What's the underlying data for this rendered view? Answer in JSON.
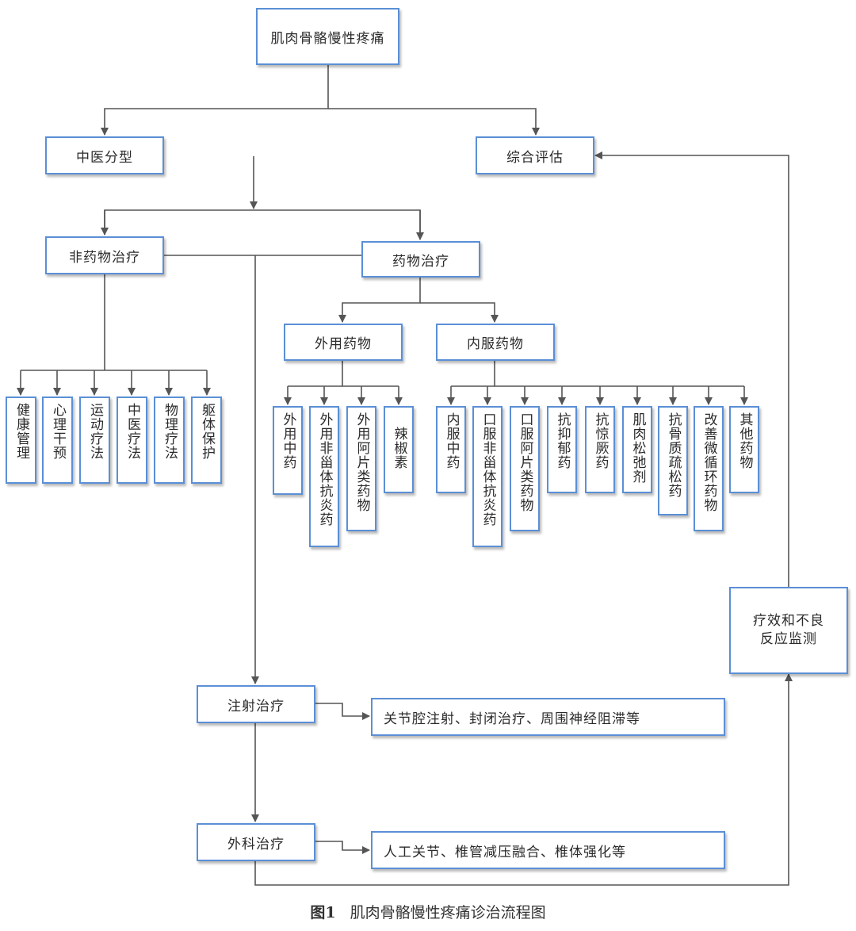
{
  "diagram": {
    "root": "肌肉骨骼慢性疼痛",
    "tcm_typing": "中医分型",
    "assessment": "综合评估",
    "non_drug": {
      "label": "非药物治疗",
      "children": [
        "健康管理",
        "心理干预",
        "运动疗法",
        "中医疗法",
        "物理疗法",
        "躯体保护"
      ]
    },
    "drug": {
      "label": "药物治疗",
      "external": {
        "label": "外用药物",
        "children": [
          "外用中药",
          "外用非甾体抗炎药",
          "外用阿片类药物",
          "辣椒素"
        ]
      },
      "internal": {
        "label": "内服药物",
        "children": [
          "内服中药",
          "口服非甾体抗炎药",
          "口服阿片类药物",
          "抗抑郁药",
          "抗惊厥药",
          "肌肉松弛剂",
          "抗骨质疏松药",
          "改善微循环药物",
          "其他药物"
        ]
      }
    },
    "injection": {
      "label": "注射治疗",
      "detail": "关节腔注射、封闭治疗、周围神经阻滞等"
    },
    "surgery": {
      "label": "外科治疗",
      "detail": "人工关节、椎管减压融合、椎体强化等"
    },
    "monitoring": "疗效和不良\n反应监测"
  },
  "caption": {
    "number": "图1",
    "title": "肌肉骨骼慢性疼痛诊治流程图"
  },
  "colors": {
    "box_border": "#5b8fd6",
    "connector": "#555555",
    "text": "#2b2b2b"
  }
}
